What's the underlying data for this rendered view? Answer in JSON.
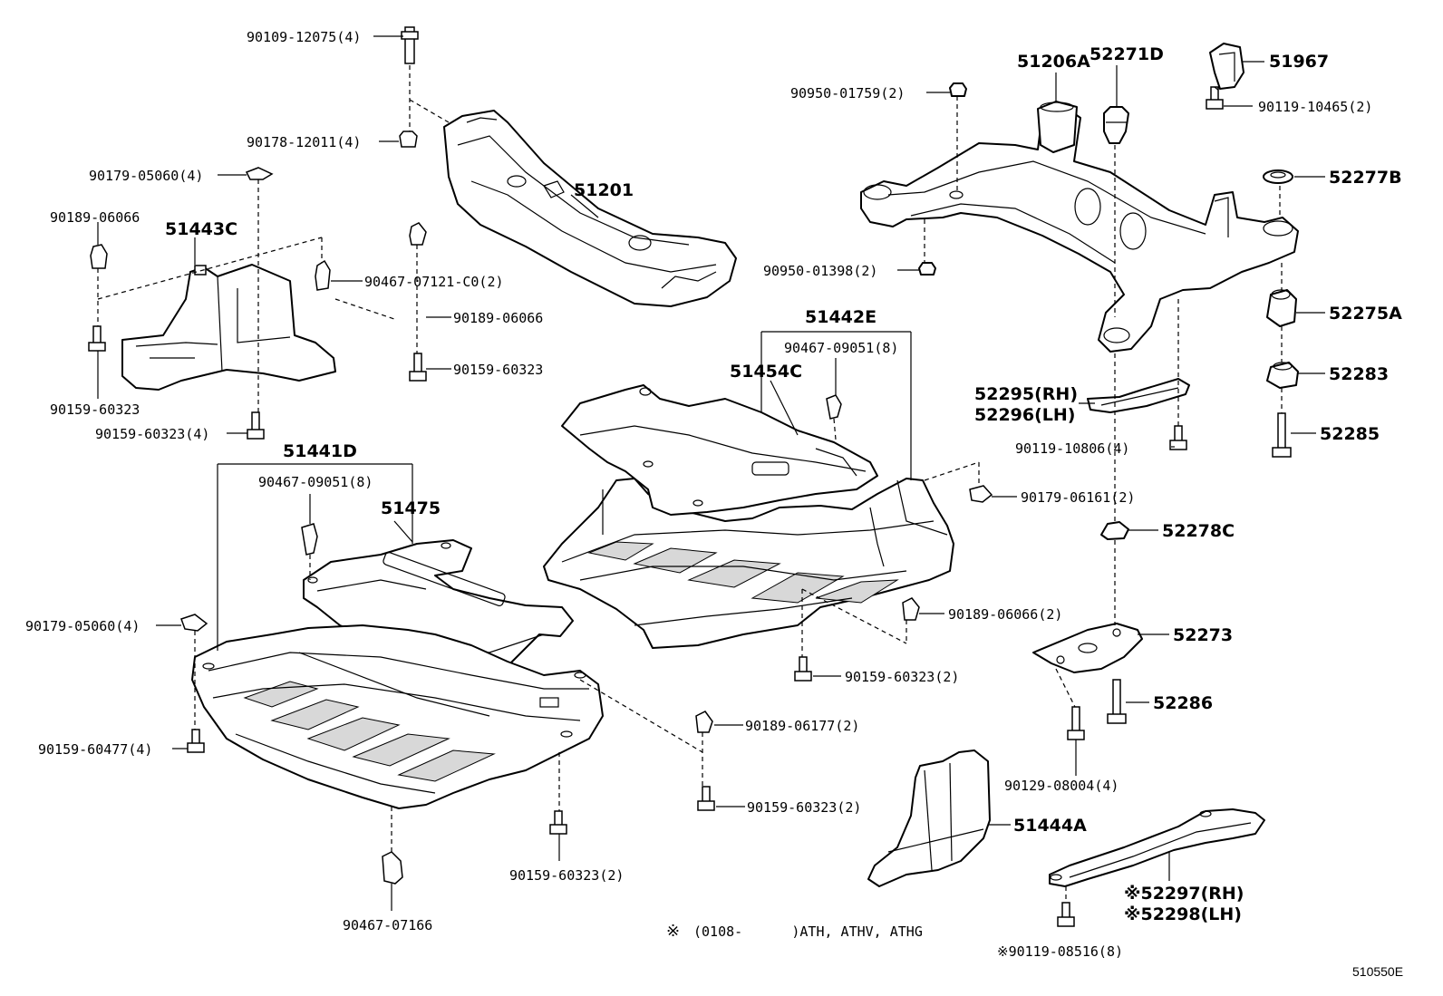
{
  "labels": {
    "l90109_12075": "90109-12075(4)",
    "l90178_12011": "90178-12011(4)",
    "l90179_05060_top": "90179-05060(4)",
    "l90189_06066_left": "90189-06066",
    "l51443C": "51443C",
    "l90467_07121": "90467-07121-C0(2)",
    "l90189_06066_mid": "90189-06066",
    "l90159_60323_a": "90159-60323",
    "l90159_60323_left": "90159-60323",
    "l90159_60323_4": "90159-60323(4)",
    "l51201": "51201",
    "l51441D": "51441D",
    "l90467_09051_left": "90467-09051(8)",
    "l51475": "51475",
    "l90179_05060_left": "90179-05060(4)",
    "l90159_60477": "90159-60477(4)",
    "l90189_06177": "90189-06177(2)",
    "l90159_60323_b": "90159-60323(2)",
    "l90159_60323_c": "90159-60323(2)",
    "l90467_07166": "90467-07166",
    "l90950_01759": "90950-01759(2)",
    "l51206A": "51206A",
    "l52271D": "52271D",
    "l51967": "51967",
    "l90119_10465": "90119-10465(2)",
    "l52277B": "52277B",
    "l90950_01398": "90950-01398(2)",
    "l51442E": "51442E",
    "l90467_09051_right": "90467-09051(8)",
    "l51454C": "51454C",
    "l52275A": "52275A",
    "l52283": "52283",
    "l52295": "52295(RH)",
    "l52296": "52296(LH)",
    "l52285": "52285",
    "l90119_10806": "90119-10806(4)",
    "l90179_06161": "90179-06161(2)",
    "l52278C": "52278C",
    "l90189_06066_right": "90189-06066(2)",
    "l52273": "52273",
    "l90159_60323_d": "90159-60323(2)",
    "l52286": "52286",
    "l90129_08004": "90129-08004(4)",
    "l51444A": "51444A",
    "l52297": "※52297(RH)",
    "l52298": "※52298(LH)",
    "l90119_08516": "※90119-08516(8)",
    "note_mark": "※",
    "note_text": "(0108-      )ATH, ATHV, ATHG",
    "figure_id": "510550E"
  }
}
